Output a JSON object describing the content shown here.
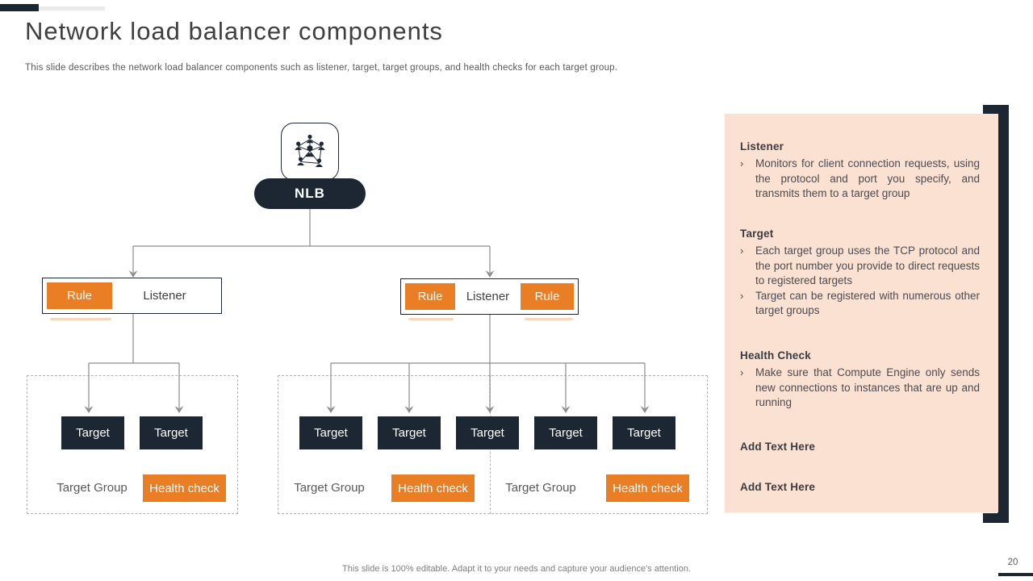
{
  "slide": {
    "title": "Network load balancer components",
    "subtitle": "This slide describes the network load balancer components such as listener, target, target groups, and health checks for each target group.",
    "footer": "This slide is 100% editable. Adapt it to your needs and capture your audience's attention.",
    "page_number": "20"
  },
  "colors": {
    "dark_navy": "#1d2633",
    "orange": "#e97e25",
    "panel_peach": "#fbe1d1"
  },
  "diagram": {
    "nlb_label": "NLB",
    "rule_label": "Rule",
    "listener_label": "Listener",
    "target_label": "Target",
    "target_group_label": "Target Group",
    "health_check_label": "Health check"
  },
  "panel": {
    "bullet_char": "›",
    "sections": [
      {
        "heading": "Listener",
        "bullets": [
          "Monitors for client connection requests, using the protocol and port you specify, and transmits them to a target group"
        ]
      },
      {
        "heading": "Target",
        "bullets": [
          "Each target group uses the TCP protocol and the port number you provide to direct requests to registered targets",
          "Target can be registered with numerous other target groups"
        ]
      },
      {
        "heading": "Health Check",
        "bullets": [
          "Make sure that Compute Engine only sends new connections to instances that are up and running"
        ]
      },
      {
        "heading": "Add Text Here",
        "bullets": []
      },
      {
        "heading": "Add Text Here",
        "bullets": []
      }
    ]
  }
}
